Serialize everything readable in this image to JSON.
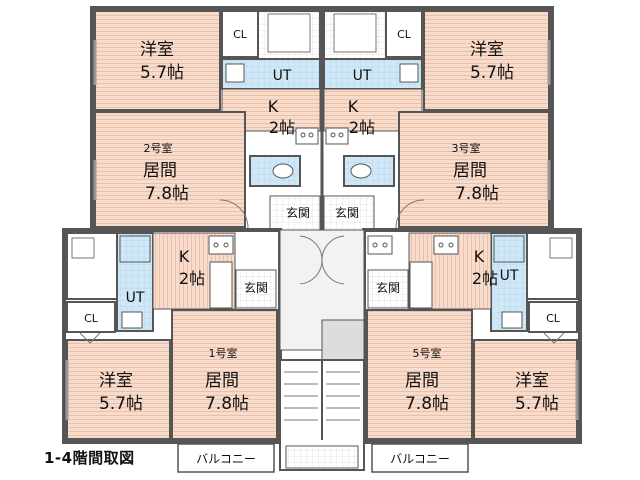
{
  "caption": "1-4階間取図",
  "colors": {
    "floor": "#f7dccb",
    "wall": "#555555",
    "tile": "#cfe8f7",
    "grey": "#dddddd"
  },
  "units": {
    "unit2": {
      "number": "2号室",
      "western_room": {
        "name": "洋室",
        "size": "5.7帖"
      },
      "living": {
        "name": "居間",
        "size": "7.8帖"
      },
      "kitchen": {
        "name": "K",
        "size": "2帖"
      },
      "closet": "CL",
      "bath": "UT",
      "entrance": "玄関"
    },
    "unit3": {
      "number": "3号室",
      "western_room": {
        "name": "洋室",
        "size": "5.7帖"
      },
      "living": {
        "name": "居間",
        "size": "7.8帖"
      },
      "kitchen": {
        "name": "K",
        "size": "2帖"
      },
      "closet": "CL",
      "bath": "UT",
      "entrance": "玄関"
    },
    "unit1": {
      "number": "1号室",
      "western_room": {
        "name": "洋室",
        "size": "5.7帖"
      },
      "living": {
        "name": "居間",
        "size": "7.8帖"
      },
      "kitchen": {
        "name": "K",
        "size": "2帖"
      },
      "closet": "CL",
      "bath": "UT",
      "entrance": "玄関"
    },
    "unit5": {
      "number": "5号室",
      "western_room": {
        "name": "洋室",
        "size": "5.7帖"
      },
      "living": {
        "name": "居間",
        "size": "7.8帖"
      },
      "kitchen": {
        "name": "K",
        "size": "2帖"
      },
      "closet": "CL",
      "bath": "UT",
      "entrance": "玄関"
    }
  },
  "balcony_left": "バルコニー",
  "balcony_right": "バルコニー"
}
